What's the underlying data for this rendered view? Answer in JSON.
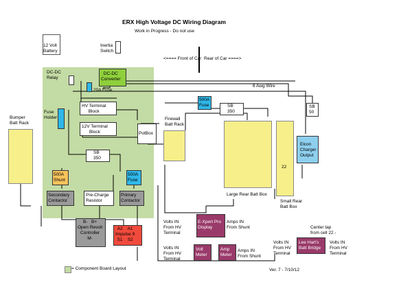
{
  "header": {
    "title": "ERX High Voltage DC Wiring Diagram",
    "subtitle": "Work in Progress - Do not use"
  },
  "top_left": {
    "battery_12v": "12 Volt\nBattery",
    "inertia_switch": "Inertia\nSwitch"
  },
  "orientation": {
    "front": "<==== Front of Car",
    "rear": "Rear of Car ====>"
  },
  "components": {
    "dcdc_relay": "DC-DC\nRelay",
    "dcdc_converter": "DC-DC\nConverter",
    "fuse_20a": "20A Fuse",
    "wire_6awg": "6 Awg Wire",
    "hv_terminal_block": "HV Terminal\nBlock",
    "v12_terminal_block": "12V Terminal\nBlock",
    "fuse_holder": "Fuse\nHolder",
    "potbox": "PotBox",
    "sb350_center": "SB\n350",
    "shunt_500a_left": "500A\nShunt",
    "fuse_500a_mid": "500A\nFuse",
    "secondary_contactor": "Secondary\nContactor",
    "precharge_resistor": "Pre-Charge\nResistor",
    "primary_contactor": "Primary\nContactor",
    "controller": "B-   B+\nOpen Revolt\nController\nM-",
    "impulse9": "A2    A1\nImpulse 9\nS1    S2",
    "fuse_500a_top": "500A\nFuse",
    "sb350_top": "SB\n350",
    "sb50": "SB\n50",
    "elcon_charger": "Elcon\nCharger\nOutput"
  },
  "battery_racks": {
    "bumper": "Bumper\nBatt Rack",
    "firewall": "Firewall\nBatt Rack",
    "large_rear": "Large Rear Batt Box",
    "small_rear": "Small Rear\nBatt Box",
    "cell_22": "22"
  },
  "meters": {
    "expert_display": "E-Xpert Pro\nDisplay",
    "expert_left": "Volts IN\nFrom HV\nTerminal",
    "expert_right": "Amps IN\nFrom Shunt",
    "volt_meter": "Volt\nMeter",
    "volt_left": "Volts IN\nFrom HV\nTerminal",
    "amp_meter": "Amp\nMeter",
    "amp_right": "Amps IN\nFrom Shunt",
    "lee_hart": "Lee Hart's\nBatt Bridge",
    "lee_left": "Volts IN\nFrom HV\nTerminal",
    "lee_center_tap": "Center tap\nfrom cell 22 -",
    "lee_right": "Volts IN\nFrom HV\nTerminal"
  },
  "legend": {
    "component_board": "= Component Board Layout"
  },
  "footer": {
    "version": "Ver. 7 - 7/10/12"
  },
  "colors": {
    "board_green": "#c3dba4",
    "battery_yellow": "#f7ef8a",
    "converter_green": "#8fcf3c",
    "cyan_fuse": "#2fb7e8",
    "charger_blue": "#8ecfee",
    "shunt_orange": "#f7c35c",
    "contactor_gray": "#9a9a9a",
    "impulse_red": "#f04a3c",
    "meter_purple": "#9a3a6a"
  }
}
